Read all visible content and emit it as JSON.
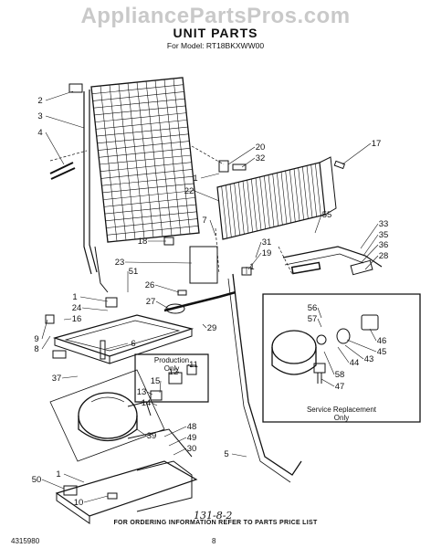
{
  "watermark": "AppliancePartsPros.com",
  "title": "UNIT PARTS",
  "model": "For Model: RT18BKXWW00",
  "footer": "FOR ORDERING INFORMATION REFER TO PARTS PRICE LIST",
  "doc_number": "4315980",
  "page_number": "8",
  "handwritten": "131-8-2",
  "boxes": {
    "production": "Production\nOnly",
    "service": "Service Replacement\nOnly"
  },
  "callouts": [
    {
      "label": "2"
    },
    {
      "label": "3"
    },
    {
      "label": "4"
    },
    {
      "label": "20"
    },
    {
      "label": "32"
    },
    {
      "label": "1"
    },
    {
      "label": "17"
    },
    {
      "label": "22"
    },
    {
      "label": "7"
    },
    {
      "label": "55"
    },
    {
      "label": "33"
    },
    {
      "label": "35"
    },
    {
      "label": "36"
    },
    {
      "label": "28"
    },
    {
      "label": "18"
    },
    {
      "label": "31"
    },
    {
      "label": "19"
    },
    {
      "label": "1"
    },
    {
      "label": "23"
    },
    {
      "label": "51"
    },
    {
      "label": "26"
    },
    {
      "label": "1"
    },
    {
      "label": "24"
    },
    {
      "label": "16"
    },
    {
      "label": "27"
    },
    {
      "label": "29"
    },
    {
      "label": "9"
    },
    {
      "label": "8"
    },
    {
      "label": "6"
    },
    {
      "label": "37"
    },
    {
      "label": "15"
    },
    {
      "label": "12"
    },
    {
      "label": "11"
    },
    {
      "label": "13"
    },
    {
      "label": "14"
    },
    {
      "label": "56"
    },
    {
      "label": "57"
    },
    {
      "label": "46"
    },
    {
      "label": "45"
    },
    {
      "label": "43"
    },
    {
      "label": "44"
    },
    {
      "label": "58"
    },
    {
      "label": "47"
    },
    {
      "label": "39"
    },
    {
      "label": "48"
    },
    {
      "label": "49"
    },
    {
      "label": "30"
    },
    {
      "label": "5"
    },
    {
      "label": "50"
    },
    {
      "label": "1"
    },
    {
      "label": "10"
    }
  ]
}
